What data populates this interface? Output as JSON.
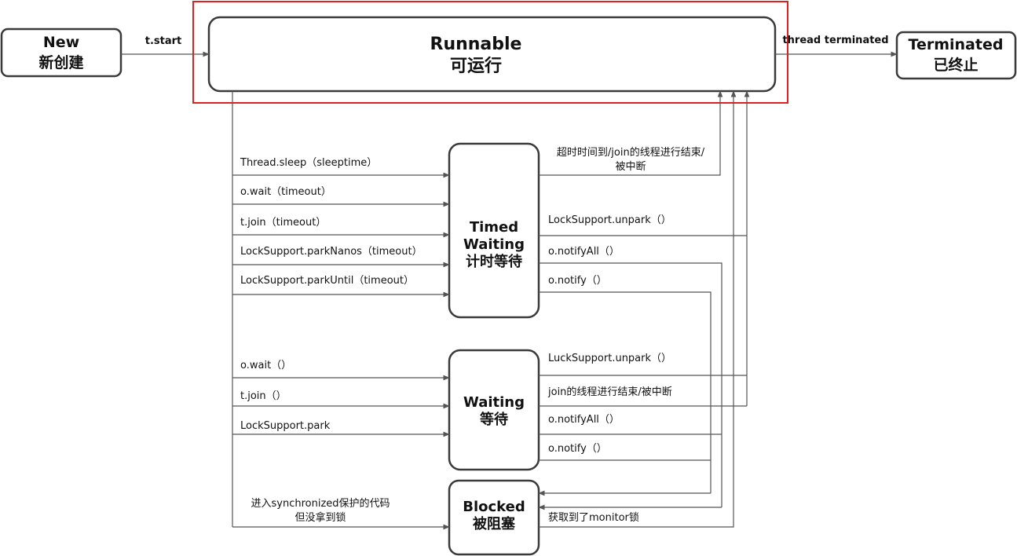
{
  "states": {
    "new": {
      "line1": "New",
      "line2": "新创建"
    },
    "runnable": {
      "line1": "Runnable",
      "line2": "可运行"
    },
    "terminated": {
      "line1": "Terminated",
      "line2": "已终止"
    },
    "timed_waiting": {
      "line1": "Timed",
      "line2": "Waiting",
      "line3": "计时等待"
    },
    "waiting": {
      "line1": "Waiting",
      "line2": "等待"
    },
    "blocked": {
      "line1": "Blocked",
      "line2": "被阻塞"
    }
  },
  "colors": {
    "highlight": "#e02020",
    "stroke": "#3a3a3a",
    "connector": "#555555"
  },
  "transitions": {
    "t_start": "t.start",
    "thread_terminated": "thread terminated",
    "into_timed_waiting": [
      "Thread.sleep（sleeptime）",
      "o.wait（timeout）",
      "t.join（timeout）",
      "LockSupport.parkNanos（timeout）",
      "LockSupport.parkUntil（timeout）"
    ],
    "timed_waiting_exit": {
      "timeout_line1": "超时时间到/join的线程进行结束/",
      "timeout_line2": "被中断",
      "unpark": "LockSupport.unpark（）",
      "notify_all": "o.notifyAll（）",
      "notify": "o.notify（）"
    },
    "into_waiting": [
      "o.wait（）",
      "t.join（）",
      "LockSupport.park"
    ],
    "waiting_exit": {
      "unpark": "LuckSupport.unpark（）",
      "join_end": "join的线程进行结束/被中断",
      "notify_all": "o.notifyAll（）",
      "notify": "o.notify（）"
    },
    "into_blocked_line1": "进入synchronized保护的代码",
    "into_blocked_line2": "但没拿到锁",
    "blocked_exit": "获取到了monitor锁"
  }
}
